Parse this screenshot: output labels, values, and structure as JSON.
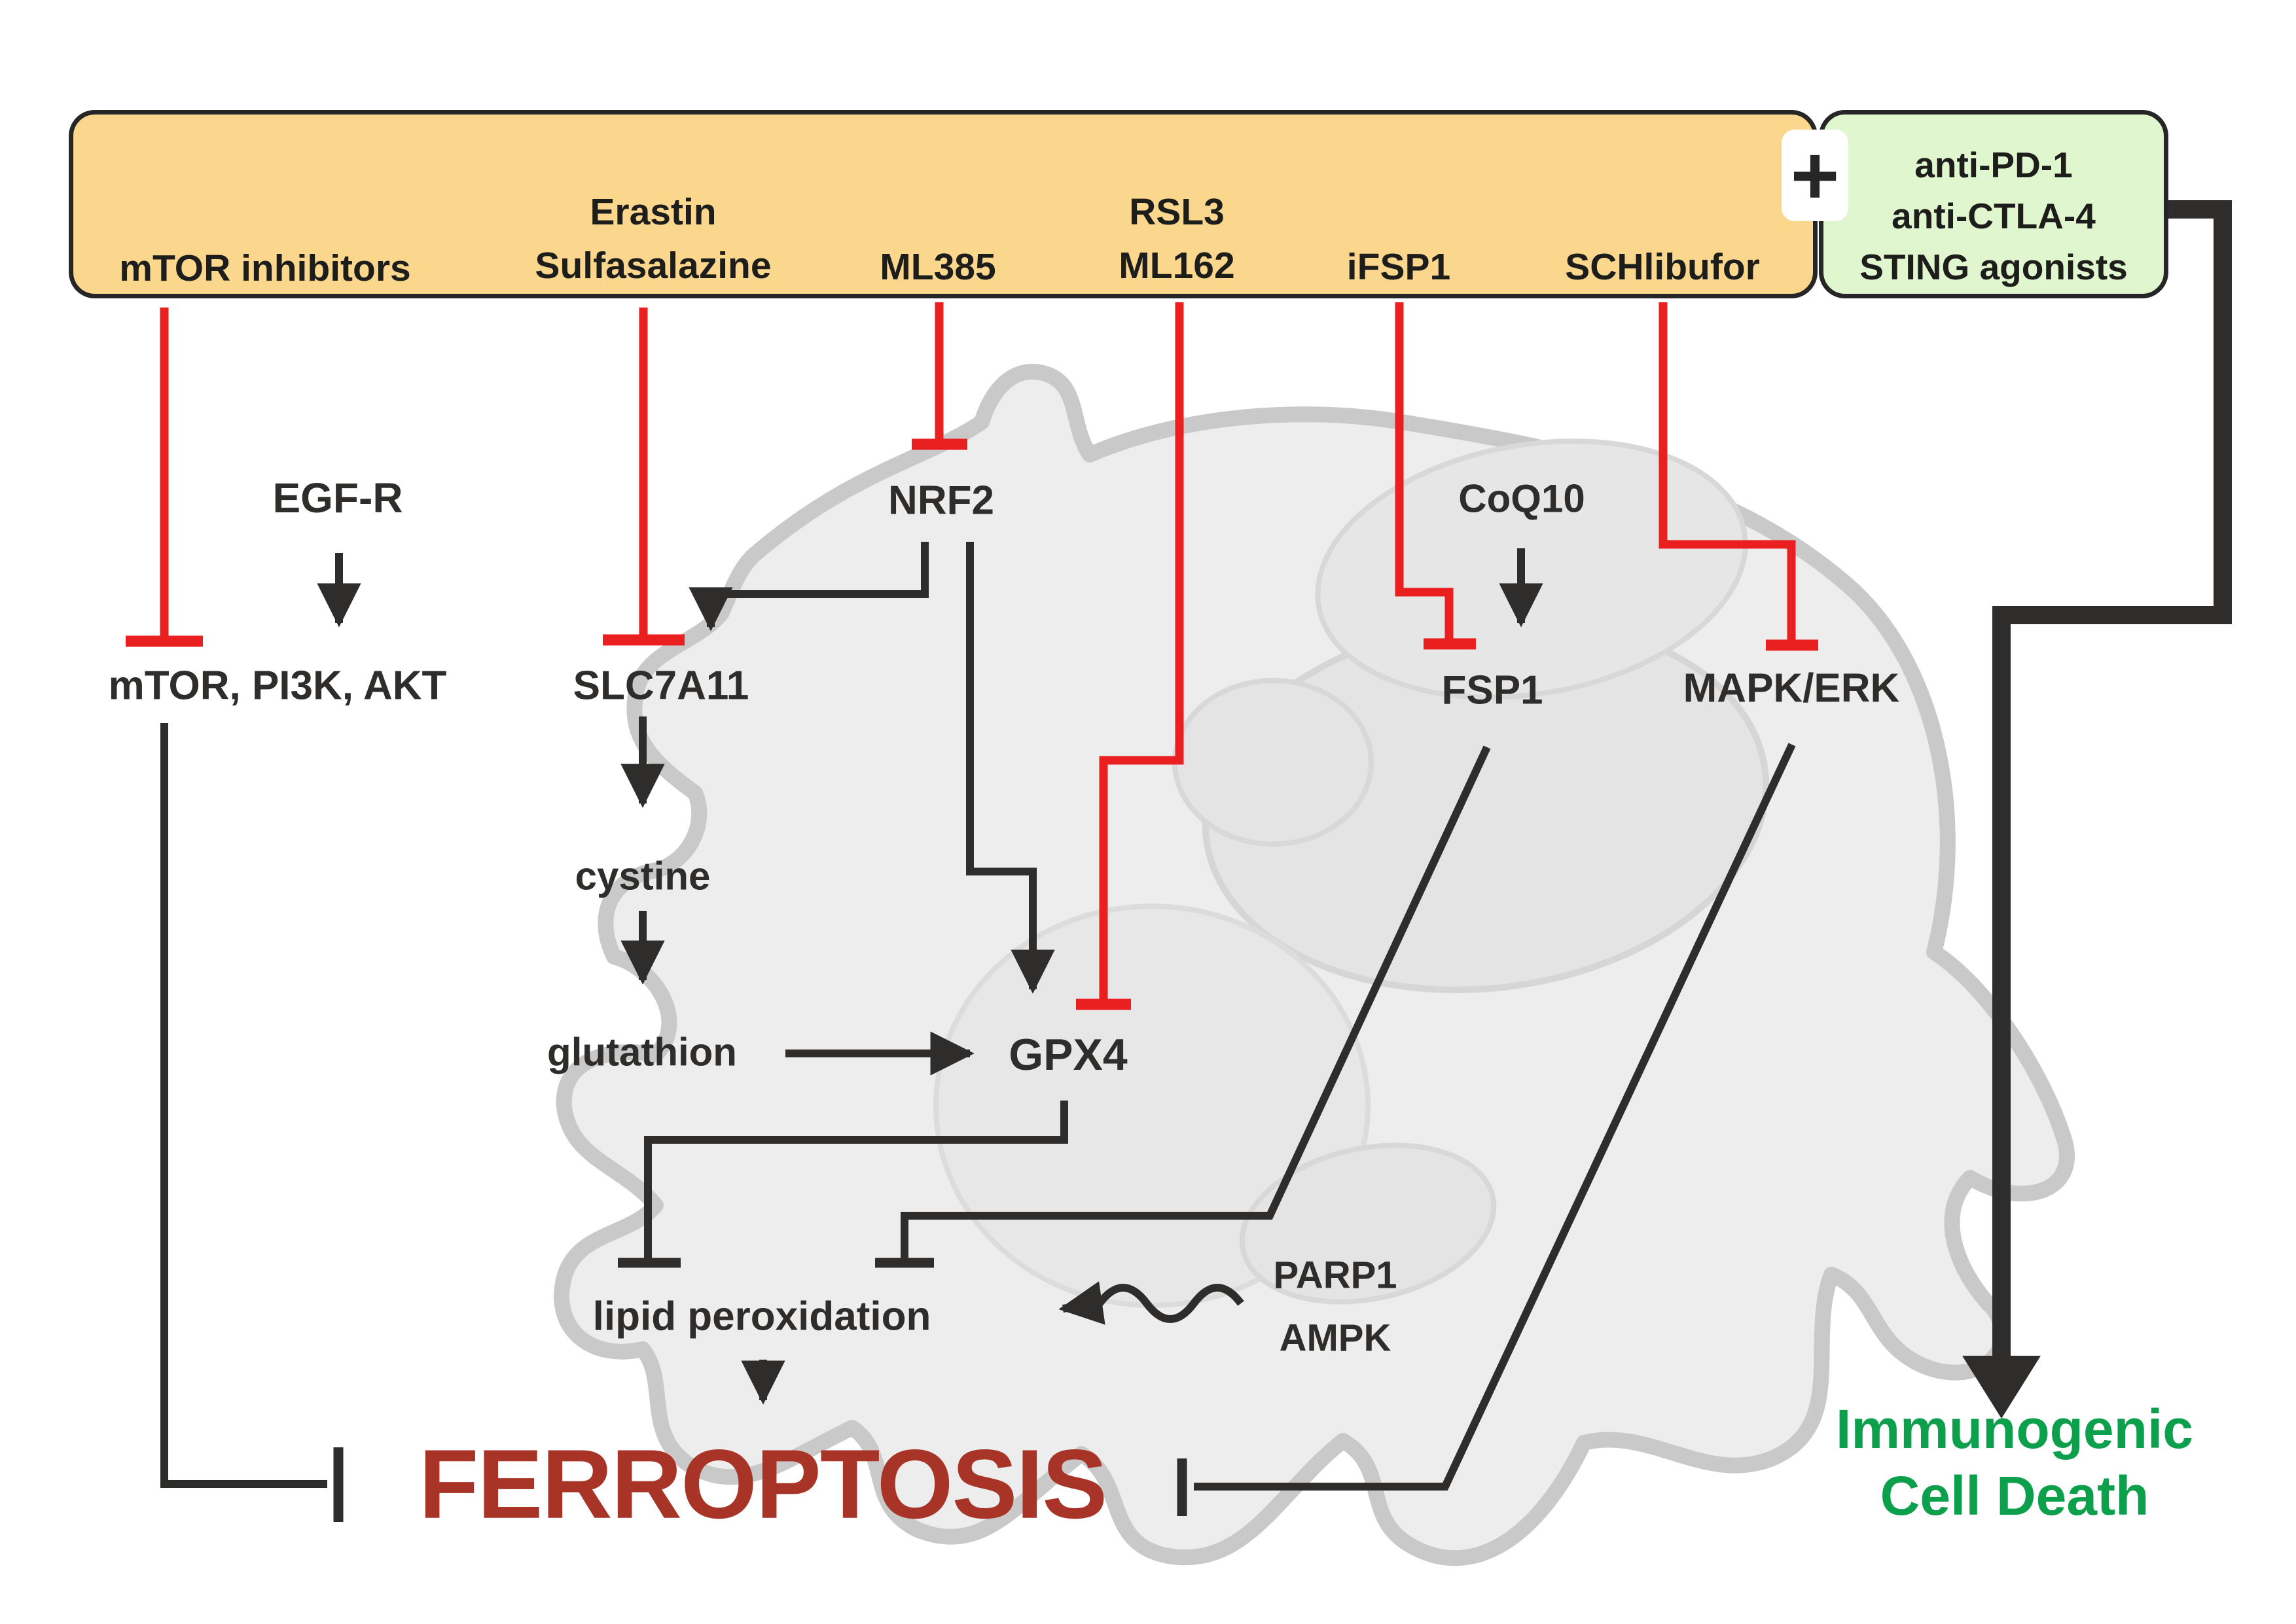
{
  "figure": {
    "type": "signaling-pathway-diagram",
    "topic": "Ferroptosis induction and immunogenic cell death"
  },
  "banner": {
    "drug_groups": [
      {
        "id": "mtor-inhibitors",
        "lines": [
          "mTOR inhibitors"
        ]
      },
      {
        "id": "erastin-sulfasalazine",
        "lines": [
          "Erastin",
          "Sulfasalazine"
        ]
      },
      {
        "id": "ml385",
        "lines": [
          "ML385"
        ]
      },
      {
        "id": "rsl3-ml162",
        "lines": [
          "RSL3",
          "ML162"
        ]
      },
      {
        "id": "ifsp1",
        "lines": [
          "iFSP1"
        ]
      },
      {
        "id": "schlibufor",
        "lines": [
          "SCHlibufor"
        ]
      }
    ],
    "plus_sign": "+",
    "immunotherapy_box": {
      "lines": [
        "anti-PD-1",
        "anti-CTLA-4",
        "STING agonists"
      ]
    }
  },
  "nodes": {
    "egfr": "EGF-R",
    "mtor_pathway": "mTOR, PI3K, AKT",
    "nrf2": "NRF2",
    "slc7a11": "SLC7A11",
    "cystine": "cystine",
    "glutathion": "glutathion",
    "gpx4": "GPX4",
    "coq10": "CoQ10",
    "fsp1": "FSP1",
    "mapk_erk": "MAPK/ERK",
    "lipid_peroxidation": "lipid peroxidation",
    "parp1": "PARP1",
    "ampk": "AMPK",
    "ferroptosis": "FERROPTOSIS",
    "immunogenic_cell_death": {
      "lines": [
        "Immunogenic",
        "Cell Death"
      ]
    }
  },
  "colors": {
    "banner_fill": "#fbd78d",
    "immuno_fill": "#e0f6cf",
    "inhibition_red": "#e9201f",
    "line_black": "#2e2d2c",
    "ferroptosis_red": "#a83428",
    "icd_green": "#0ca04c",
    "cell_fill": "#ededed",
    "cell_membrane": "#c9c9c9"
  }
}
